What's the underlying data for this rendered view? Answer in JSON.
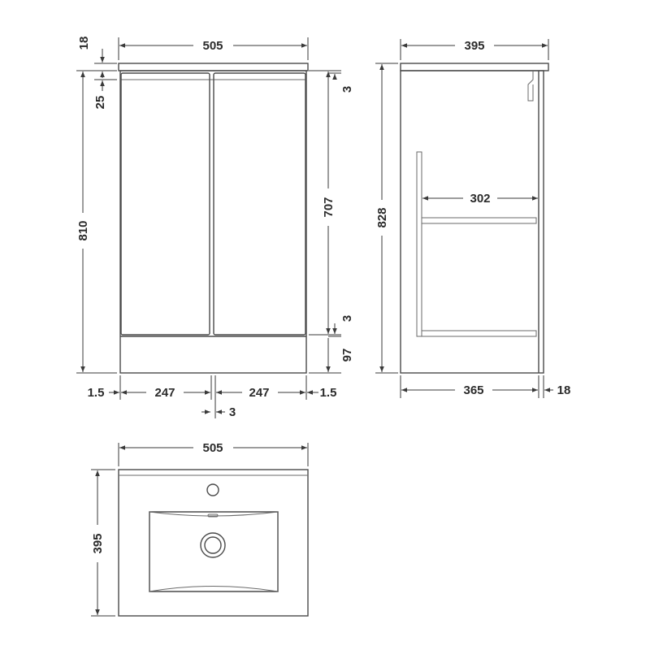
{
  "front_view": {
    "overall_width": "505",
    "top_thickness": "18",
    "door_top_gap": "25",
    "overall_height": "810",
    "door_height": "707",
    "gap_top": "3",
    "gap_bottom": "3",
    "plinth_height": "97",
    "side_gap_left": "1.5",
    "door_left_width": "247",
    "door_right_width": "247",
    "side_gap_right": "1.5",
    "center_gap": "3"
  },
  "side_view": {
    "overall_depth": "395",
    "overall_height": "828",
    "inner_depth": "302",
    "carcass_depth": "365",
    "door_thickness": "18"
  },
  "top_view": {
    "width": "505",
    "depth": "395"
  },
  "colors": {
    "line": "#4a4a4a",
    "text": "#2b2b2b"
  }
}
